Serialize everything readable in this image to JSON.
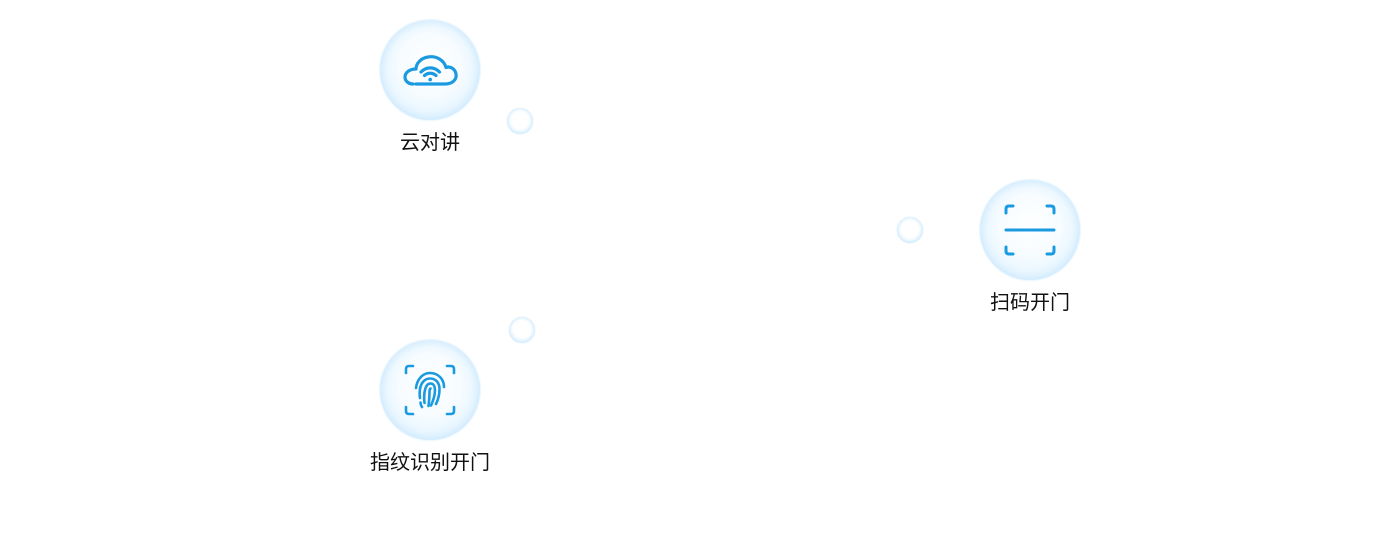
{
  "features": [
    {
      "label": "云对讲",
      "icon": "cloud-wifi-icon"
    },
    {
      "label": "扫码开门",
      "icon": "scan-icon"
    },
    {
      "label": "指纹识别开门",
      "icon": "fingerprint-icon"
    }
  ],
  "colors": {
    "icon": "#1a9ae0",
    "text": "#111111",
    "bubble_edge": "#c8eaff"
  }
}
